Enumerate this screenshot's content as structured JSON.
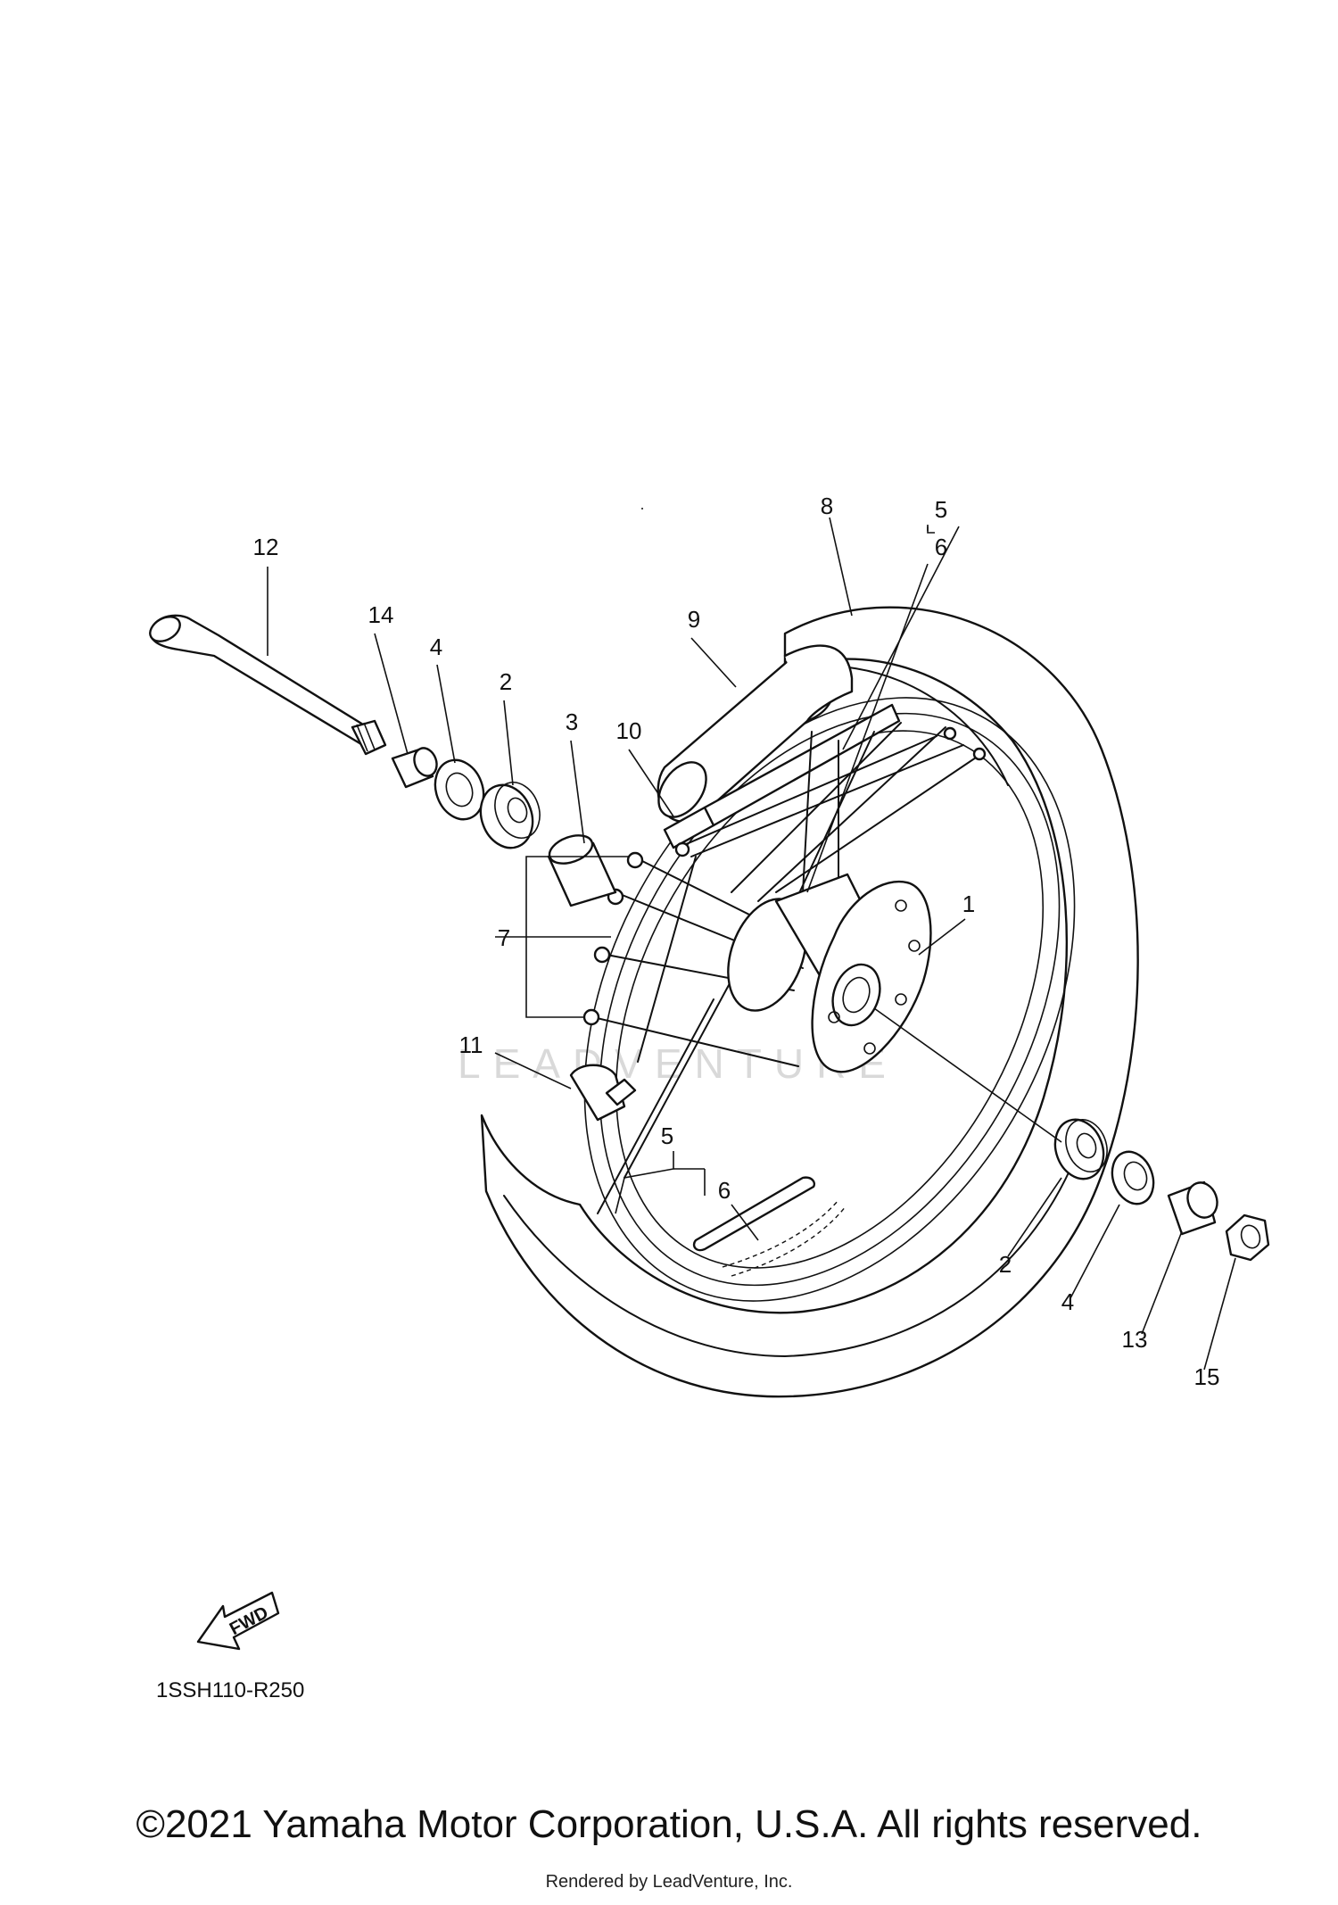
{
  "diagram": {
    "code": "1SSH110-R250",
    "fwd_label": "FWD",
    "watermark": "LEADVENTURE",
    "callouts": {
      "c12": "12",
      "c14": "14",
      "c4a": "4",
      "c2a": "2",
      "c3": "3",
      "c10": "10",
      "c9": "9",
      "c8": "8",
      "c5a": "5",
      "c6a": "6",
      "c1": "1",
      "c7": "7",
      "c11": "11",
      "c5b": "5",
      "c6b": "6",
      "c2b": "2",
      "c4b": "4",
      "c13": "13",
      "c15": "15"
    }
  },
  "footer": {
    "copyright": "©2021 Yamaha Motor Corporation, U.S.A. All rights reserved.",
    "rendered_by": "Rendered by LeadVenture, Inc."
  }
}
